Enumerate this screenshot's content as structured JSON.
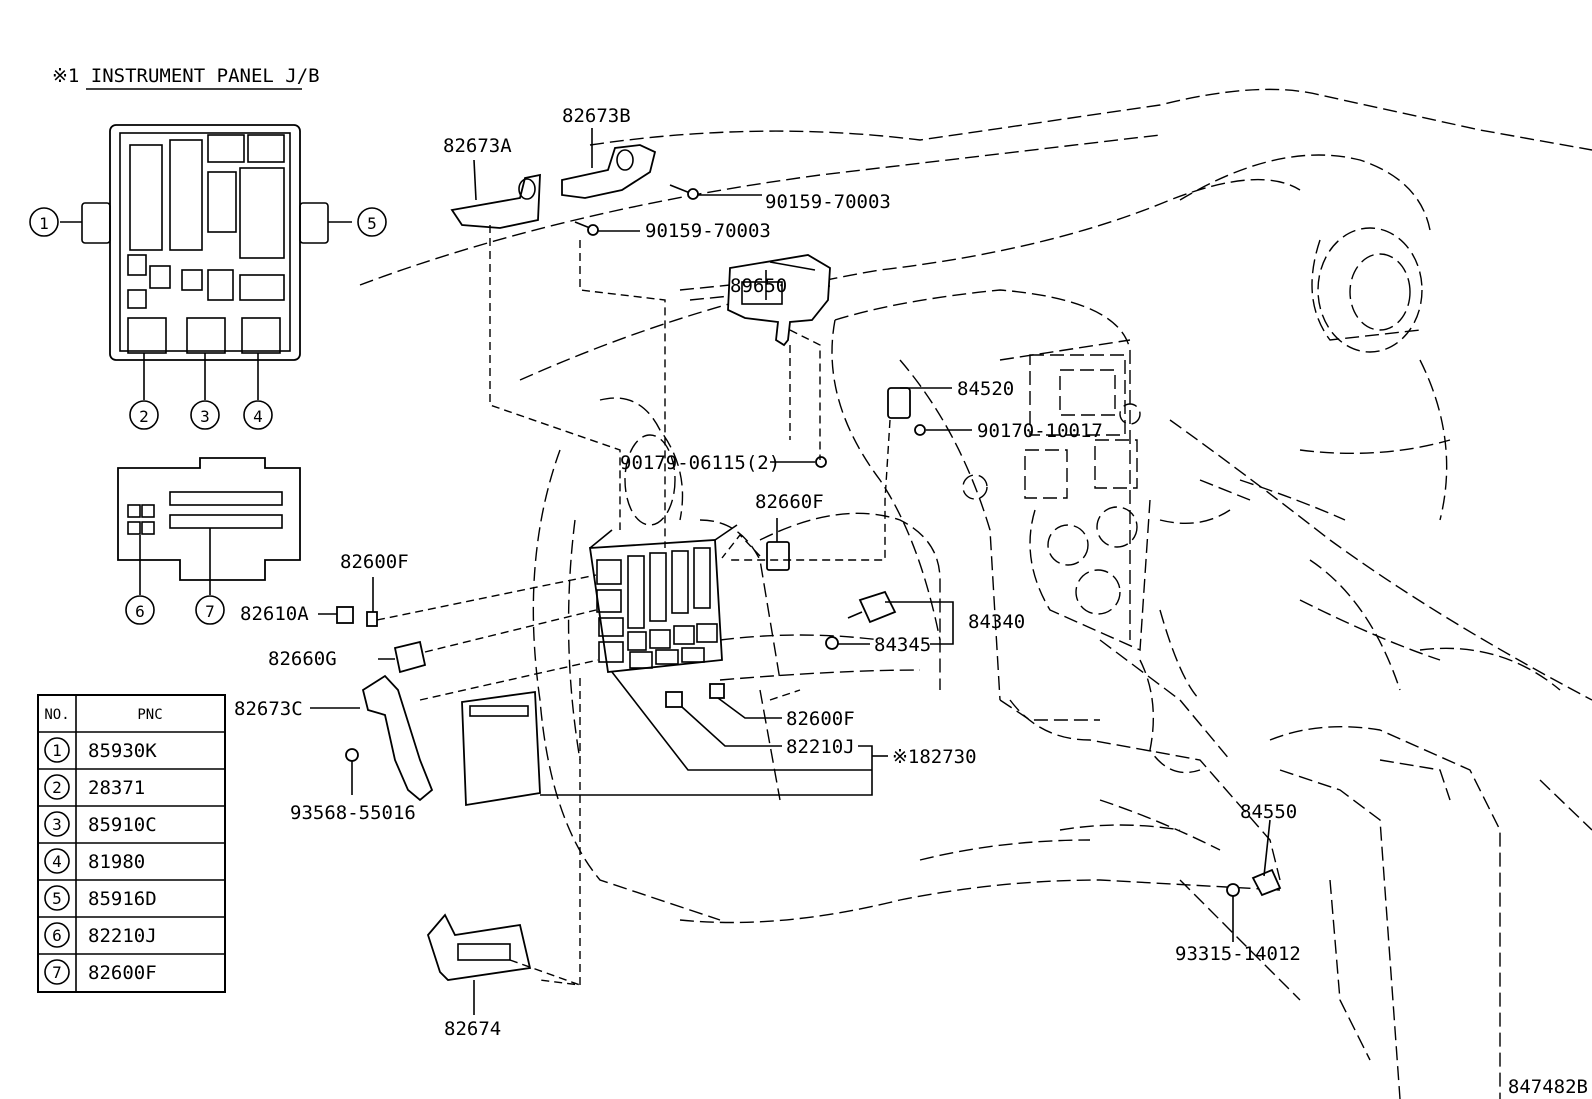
{
  "title": "※1 INSTRUMENT PANEL J/B",
  "diagram_id": "847482B",
  "callouts": [
    "1",
    "2",
    "3",
    "4",
    "5",
    "6",
    "7"
  ],
  "labels": {
    "p82673B": "82673B",
    "p82673A": "82673A",
    "bolt1": "90159-70003",
    "bolt2": "90159-70003",
    "p89650": "89650",
    "p84520": "84520",
    "p90170": "90170-10017",
    "p90179": "90179-06115(2)",
    "p82660F": "82660F",
    "p82600F_top": "82600F",
    "p82610A": "82610A",
    "p82660G": "82660G",
    "p84340": "84340",
    "p84345": "84345",
    "p82673C": "82673C",
    "p82600F_mid": "82600F",
    "p82210J": "82210J",
    "p82730": "※182730",
    "p93568": "93568-55016",
    "p84550": "84550",
    "p93315": "93315-14012",
    "p82674": "82674"
  },
  "table": {
    "headers": [
      "NO.",
      "PNC"
    ],
    "rows": [
      {
        "no": "1",
        "pnc": "85930K"
      },
      {
        "no": "2",
        "pnc": "28371"
      },
      {
        "no": "3",
        "pnc": "85910C"
      },
      {
        "no": "4",
        "pnc": "81980"
      },
      {
        "no": "5",
        "pnc": "85916D"
      },
      {
        "no": "6",
        "pnc": "82210J"
      },
      {
        "no": "7",
        "pnc": "82600F"
      }
    ]
  }
}
